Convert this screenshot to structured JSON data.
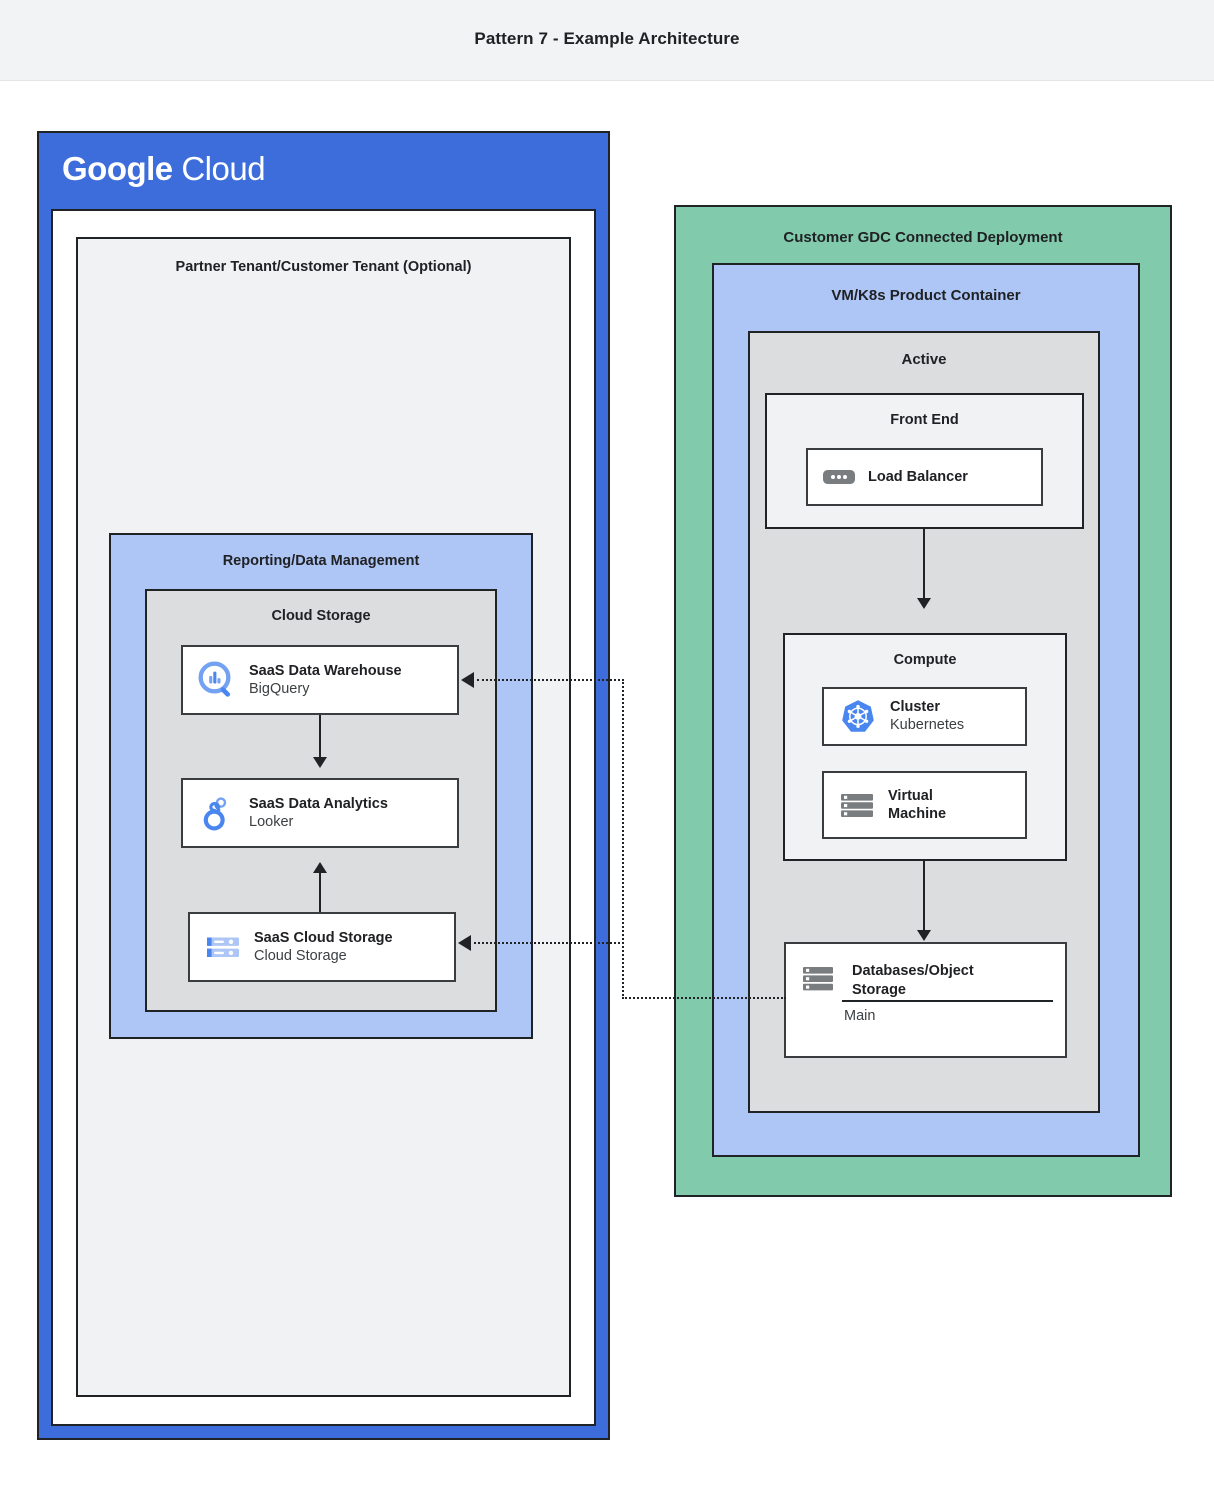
{
  "page": {
    "title": "Pattern 7 - Example Architecture"
  },
  "colors": {
    "page_background": "#ffffff",
    "titlebar_background": "#f1f3f4",
    "google_cloud_blue": "#3c6ddb",
    "light_blue": "#aec6f6",
    "light_gray": "#f1f2f3",
    "medium_gray": "#dcdddf",
    "green": "#81cbac",
    "stroke": "#1f2326"
  },
  "google_cloud": {
    "logo_bold": "Google",
    "logo_light": "Cloud",
    "tenant": {
      "title": "Partner Tenant/Customer Tenant (Optional)",
      "reporting": {
        "title": "Reporting/Data Management",
        "cloud_storage": {
          "title": "Cloud Storage",
          "nodes": [
            {
              "icon": "bigquery-icon",
              "name": "SaaS Data Warehouse",
              "product": "BigQuery"
            },
            {
              "icon": "looker-icon",
              "name": "SaaS Data Analytics",
              "product": "Looker"
            },
            {
              "icon": "cloud-storage-icon",
              "name": "SaaS Cloud Storage",
              "product": "Cloud Storage"
            }
          ]
        }
      }
    }
  },
  "gdc": {
    "title": "Customer GDC Connected Deployment",
    "product_container": {
      "title": "VM/K8s Product Container",
      "active": {
        "title": "Active",
        "front_end": {
          "title": "Front End",
          "nodes": [
            {
              "icon": "load-balancer-icon",
              "name": "Load Balancer",
              "product": ""
            }
          ]
        },
        "compute": {
          "title": "Compute",
          "nodes": [
            {
              "icon": "kubernetes-icon",
              "name": "Cluster",
              "product": "Kubernetes"
            },
            {
              "icon": "virtual-machine-icon",
              "name": "Virtual\nMachine",
              "product": ""
            }
          ]
        },
        "database": {
          "icon": "database-icon",
          "name": "Databases/Object Storage",
          "footer": "Main"
        }
      }
    }
  },
  "connections": [
    {
      "from": "database",
      "to": "saas-data-warehouse",
      "style": "dotted",
      "arrow": "left"
    },
    {
      "from": "database",
      "to": "saas-cloud-storage",
      "style": "dotted",
      "arrow": "left"
    },
    {
      "from": "load-balancer",
      "to": "compute",
      "style": "solid",
      "arrow": "down"
    },
    {
      "from": "compute",
      "to": "database",
      "style": "solid",
      "arrow": "down"
    },
    {
      "from": "saas-data-warehouse",
      "to": "saas-data-analytics",
      "style": "solid",
      "arrow": "down"
    },
    {
      "from": "saas-cloud-storage",
      "to": "saas-data-analytics",
      "style": "solid",
      "arrow": "up"
    }
  ]
}
